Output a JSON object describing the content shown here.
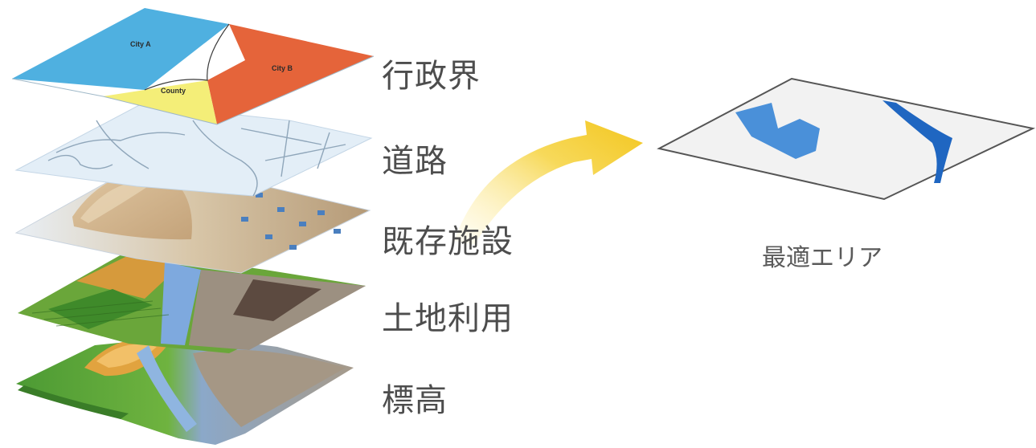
{
  "layers": [
    {
      "label": "行政界",
      "icon": "boundary-map"
    },
    {
      "label": "道路",
      "icon": "road-map"
    },
    {
      "label": "既存施設",
      "icon": "facility-map"
    },
    {
      "label": "土地利用",
      "icon": "landuse-map"
    },
    {
      "label": "標高",
      "icon": "elevation-map"
    }
  ],
  "admin_map": {
    "region_a": "City A",
    "region_b": "City B",
    "region_c": "County"
  },
  "result": {
    "label": "最適エリア"
  },
  "colors": {
    "region_a": "#4fb0e0",
    "region_b": "#e5643a",
    "region_c": "#f4ee78",
    "arrow": "#f3c61f",
    "result_area": "#4a90d9",
    "result_river": "#1f66c1"
  }
}
